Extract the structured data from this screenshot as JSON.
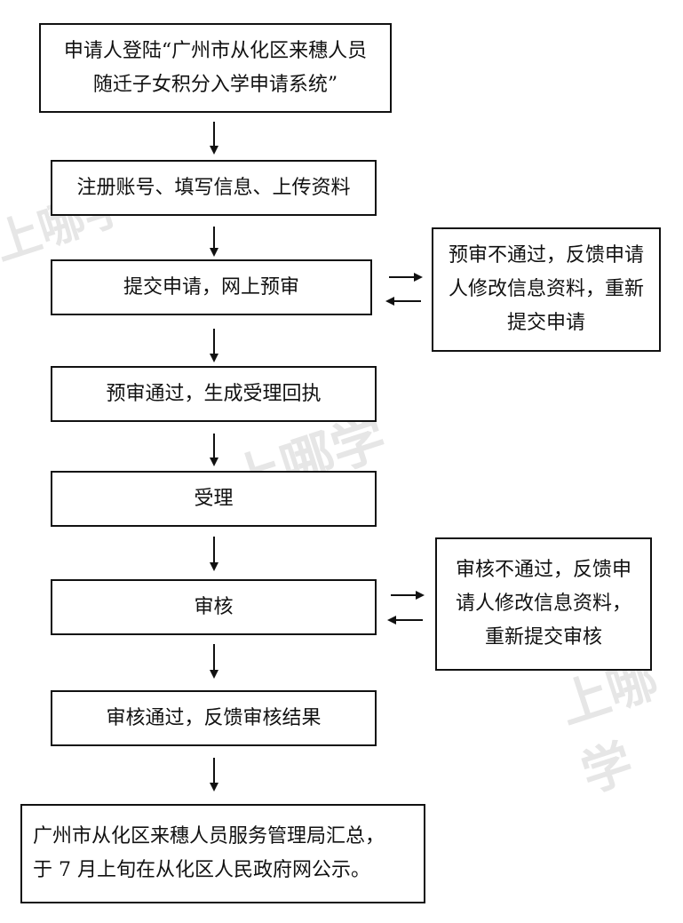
{
  "steps": [
    {
      "id": "login",
      "text": "申请人登陆“广州市从化区来穗人员\n随迁子女积分入学申请系统”"
    },
    {
      "id": "register",
      "text": "注册账号、填写信息、上传资料"
    },
    {
      "id": "submit",
      "text": "提交申请，网上预审"
    },
    {
      "id": "prereview-pass",
      "text": "预审通过，生成受理回执"
    },
    {
      "id": "accept",
      "text": "受理"
    },
    {
      "id": "review",
      "text": "审核"
    },
    {
      "id": "review-pass",
      "text": "审核通过，反馈审核结果"
    },
    {
      "id": "publish",
      "text": "广州市从化区来穗人员服务管理局汇总，\n于 7 月上旬在从化区人民政府网公示。"
    }
  ],
  "side_boxes": [
    {
      "id": "prereview-fail",
      "text": "预审不通过，反馈申请\n人修改信息资料，重新\n提交申请"
    },
    {
      "id": "review-fail",
      "text": "审核不通过，反馈申\n请人修改信息资料，\n重新提交审核"
    }
  ],
  "watermark": {
    "text": "上哪学"
  }
}
